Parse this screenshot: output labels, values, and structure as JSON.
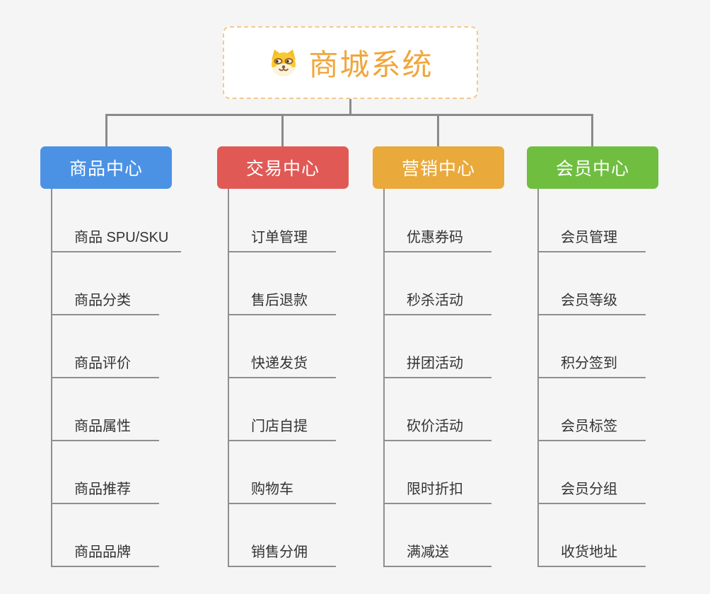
{
  "root": {
    "title": "商城系统",
    "icon": "dog-face-icon",
    "accent_color": "#F0A63C",
    "border_color": "#F2C98F"
  },
  "background_color": "#F5F5F5",
  "connector_color": "#8A8A8A",
  "child_text_color": "#333333",
  "branches": [
    {
      "label": "商品中心",
      "color": "#4B92E5",
      "children": [
        "商品 SPU/SKU",
        "商品分类",
        "商品评价",
        "商品属性",
        "商品推荐",
        "商品品牌"
      ]
    },
    {
      "label": "交易中心",
      "color": "#E15955",
      "children": [
        "订单管理",
        "售后退款",
        "快递发货",
        "门店自提",
        "购物车",
        "销售分佣"
      ]
    },
    {
      "label": "营销中心",
      "color": "#EAA93B",
      "children": [
        "优惠券码",
        "秒杀活动",
        "拼团活动",
        "砍价活动",
        "限时折扣",
        "满减送"
      ]
    },
    {
      "label": "会员中心",
      "color": "#6FBE40",
      "children": [
        "会员管理",
        "会员等级",
        "积分签到",
        "会员标签",
        "会员分组",
        "收货地址"
      ]
    }
  ]
}
